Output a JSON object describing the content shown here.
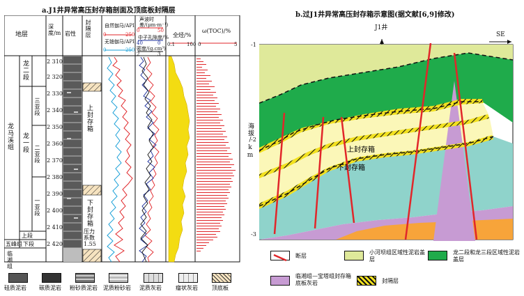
{
  "left": {
    "title": "a.J1井异常高压封存箱剖面及顶底板封隔层",
    "headers": {
      "stratum": "地层",
      "depth": "深度/m",
      "lithology": "岩性",
      "seal": "封隔层",
      "gr_natural": "自然伽马/API",
      "gr_natural_range": [
        "0",
        "250"
      ],
      "gr_noU": "无铀伽马/API",
      "gr_noU_range": [
        "0",
        "250"
      ],
      "acoustic": "声波时差/(μm·m⁻¹)",
      "acoustic_range": [
        "0",
        "50"
      ],
      "neutron": "中子孔隙度/%",
      "neutron_range": [
        "40",
        "0"
      ],
      "density": "密度/(g.cm³)",
      "density_range": [
        "2",
        "3"
      ],
      "gas": "全烃/%",
      "gas_range": [
        "0.1",
        "100"
      ],
      "toc": "ω(TOC)/%",
      "toc_range": [
        "0",
        "5"
      ]
    },
    "strat": {
      "formation": "龙马溪组",
      "member2": "龙二段",
      "member1": "龙一段",
      "sub3": "三亚段",
      "sub2": "二亚段",
      "sub1": "一亚段",
      "upper": "上段",
      "lower": "下段",
      "wufeng": "五峰组",
      "linxiang": "临湘组"
    },
    "depths": [
      "2 310",
      "2 320",
      "2 330",
      "2 340",
      "2 350",
      "2 360",
      "2 370",
      "2 380",
      "2 390",
      "2 400",
      "2 410",
      "2 420"
    ],
    "seal_labels": {
      "upper_box": "上封存箱",
      "lower_box": "下封存箱",
      "pressure": "压力系数1.55"
    }
  },
  "right": {
    "title": "b.过J1井异常高压封存箱示意图(据文献[6,9]修改)",
    "well": "J1井",
    "direction": "SE",
    "ylabel": "海拔/km",
    "yticks": [
      "-1",
      "-2",
      "-3"
    ],
    "upper_box": "上封存箱",
    "lower_box": "下封存箱",
    "colors": {
      "yellow_green": "#dfe99a",
      "green": "#1fab4b",
      "pale_yellow": "#fbf7b8",
      "teal": "#8fd3cb",
      "purple": "#c79bd3",
      "orange": "#f7a43a",
      "fault": "#e1262a"
    }
  },
  "legend": {
    "lith": [
      {
        "label": "硅质泥岩",
        "icon": "siliceous-mudstone-icon"
      },
      {
        "label": "碳质泥岩",
        "icon": "carbonaceous-mudstone-icon"
      },
      {
        "label": "粉砂质泥岩",
        "icon": "silty-mudstone-icon"
      },
      {
        "label": "泥质粉砂岩",
        "icon": "muddy-siltstone-icon"
      },
      {
        "label": "泥质灰岩",
        "icon": "muddy-limestone-icon"
      },
      {
        "label": "瘤状灰岩",
        "icon": "nodular-limestone-icon"
      },
      {
        "label": "顶底板",
        "icon": "roof-floor-icon"
      }
    ],
    "right": [
      {
        "label": "断层",
        "icon": "fault-icon"
      },
      {
        "label": "小河坝组区域性泥岩盖层",
        "icon": "xiaoheba-cap-icon"
      },
      {
        "label": "龙二段和龙三段区域性泥岩盖层",
        "icon": "long23-cap-icon"
      },
      {
        "label": "临湘组—宝塔组封存箱底板灰岩",
        "icon": "linxiang-floor-icon"
      },
      {
        "label": "封隔层",
        "icon": "seal-layer-icon"
      }
    ]
  }
}
